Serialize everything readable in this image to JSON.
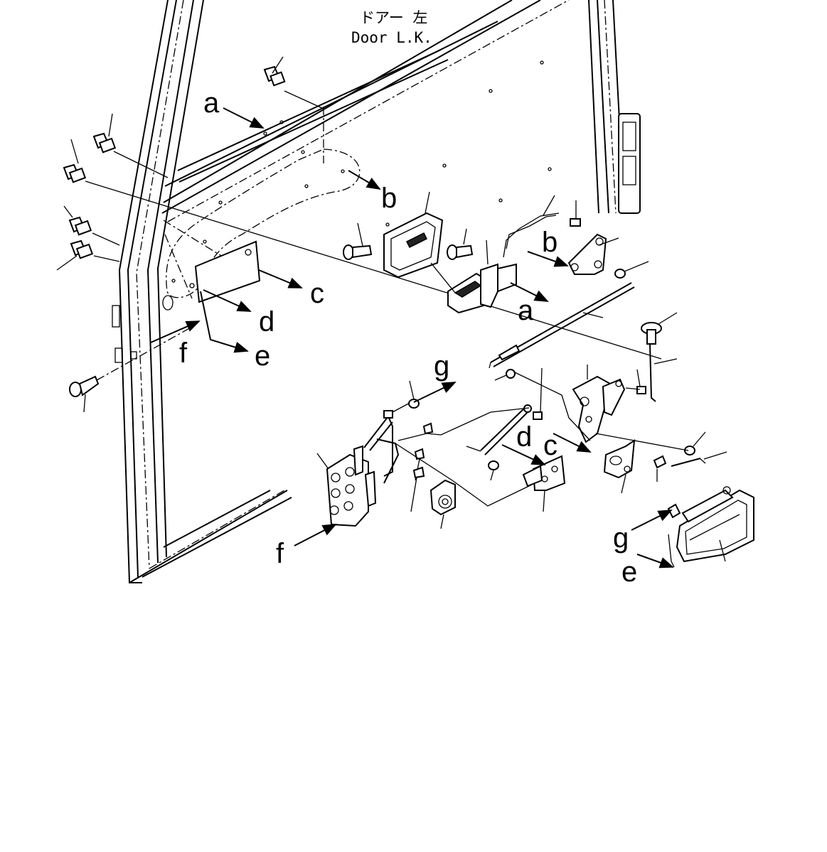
{
  "title": {
    "line1": "ドアー 左",
    "line2": "Door L.K."
  },
  "callouts": {
    "a_top": "a",
    "b_top": "b",
    "c_left": "c",
    "d_left": "d",
    "e_left": "e",
    "f_left": "f",
    "b_right": "b",
    "a_right": "a",
    "g_top": "g",
    "d_right": "d",
    "c_right": "c",
    "f_bottom": "f",
    "g_bottom": "g",
    "e_bottom": "e"
  }
}
